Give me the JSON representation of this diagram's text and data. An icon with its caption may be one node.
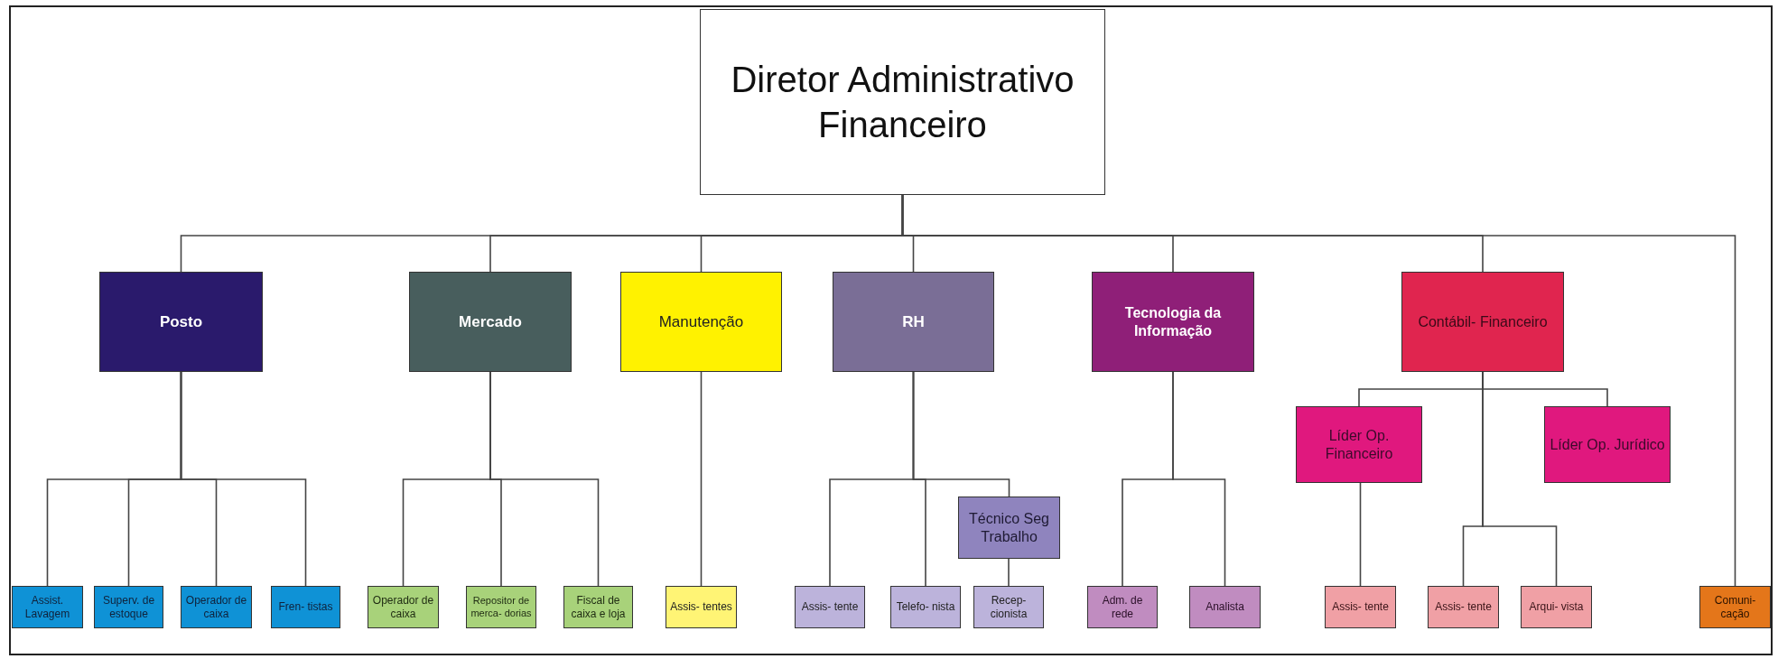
{
  "diagram": {
    "nodes": [
      {
        "text": [
          "Diretor Administrativo Financeiro"
        ]
      },
      {
        "text": [
          "Posto"
        ]
      },
      {
        "text": [
          "Mercado"
        ]
      },
      {
        "text": [
          "Manutenção"
        ]
      },
      {
        "text": [
          "RH"
        ]
      },
      {
        "text": [
          "Tecnologia da Informação"
        ]
      },
      {
        "text": [
          "Contábil- Financeiro"
        ]
      },
      {
        "text": [
          "Líder Op. Financeiro"
        ]
      },
      {
        "text": [
          "Líder Op. Jurídico"
        ]
      },
      {
        "text": [
          "Técnico Seg Trabalho"
        ]
      },
      {
        "text": [
          "Assist. Lavagem"
        ]
      },
      {
        "text": [
          "Superv. de estoque"
        ]
      },
      {
        "text": [
          "Operador de caixa"
        ]
      },
      {
        "text": [
          "Fren- tistas"
        ]
      },
      {
        "text": [
          "Operador de caixa"
        ]
      },
      {
        "text": [
          "Repositor de merca- dorias"
        ]
      },
      {
        "text": [
          "Fiscal de caixa e loja"
        ]
      },
      {
        "text": [
          "Assis- tentes"
        ]
      },
      {
        "text": [
          "Assis- tente"
        ]
      },
      {
        "text": [
          "Telefo- nista"
        ]
      },
      {
        "text": [
          "Recep- cionista"
        ]
      },
      {
        "text": [
          "Adm. de rede"
        ]
      },
      {
        "text": [
          "Analista"
        ]
      },
      {
        "text": [
          "Assis- tente"
        ]
      },
      {
        "text": [
          "Assis- tente"
        ]
      },
      {
        "text": [
          "Arqui- vista"
        ]
      },
      {
        "text": [
          "Comuni- cação"
        ]
      }
    ],
    "edges": [
      {
        "from": 0,
        "to": 1,
        "arrow": "none"
      },
      {
        "from": 0,
        "to": 2,
        "arrow": "none"
      },
      {
        "from": 0,
        "to": 3,
        "arrow": "none"
      },
      {
        "from": 0,
        "to": 4,
        "arrow": "none"
      },
      {
        "from": 0,
        "to": 5,
        "arrow": "none"
      },
      {
        "from": 0,
        "to": 6,
        "arrow": "none"
      },
      {
        "from": 0,
        "to": 26,
        "arrow": "none"
      },
      {
        "from": 1,
        "to": 10,
        "arrow": "none"
      },
      {
        "from": 1,
        "to": 11,
        "arrow": "none"
      },
      {
        "from": 1,
        "to": 12,
        "arrow": "none"
      },
      {
        "from": 1,
        "to": 13,
        "arrow": "none"
      },
      {
        "from": 2,
        "to": 14,
        "arrow": "none"
      },
      {
        "from": 2,
        "to": 15,
        "arrow": "none"
      },
      {
        "from": 2,
        "to": 16,
        "arrow": "none"
      },
      {
        "from": 3,
        "to": 17,
        "arrow": "none"
      },
      {
        "from": 4,
        "to": 18,
        "arrow": "none"
      },
      {
        "from": 4,
        "to": 19,
        "arrow": "none"
      },
      {
        "from": 4,
        "to": 9,
        "arrow": "none"
      },
      {
        "from": 9,
        "to": 20,
        "arrow": "none"
      },
      {
        "from": 5,
        "to": 21,
        "arrow": "none"
      },
      {
        "from": 5,
        "to": 22,
        "arrow": "none"
      },
      {
        "from": 6,
        "to": 7,
        "arrow": "none"
      },
      {
        "from": 6,
        "to": 8,
        "arrow": "none"
      },
      {
        "from": 7,
        "to": 23,
        "arrow": "none"
      },
      {
        "from": 6,
        "to": 24,
        "arrow": "none"
      },
      {
        "from": 6,
        "to": 25,
        "arrow": "none"
      }
    ]
  }
}
